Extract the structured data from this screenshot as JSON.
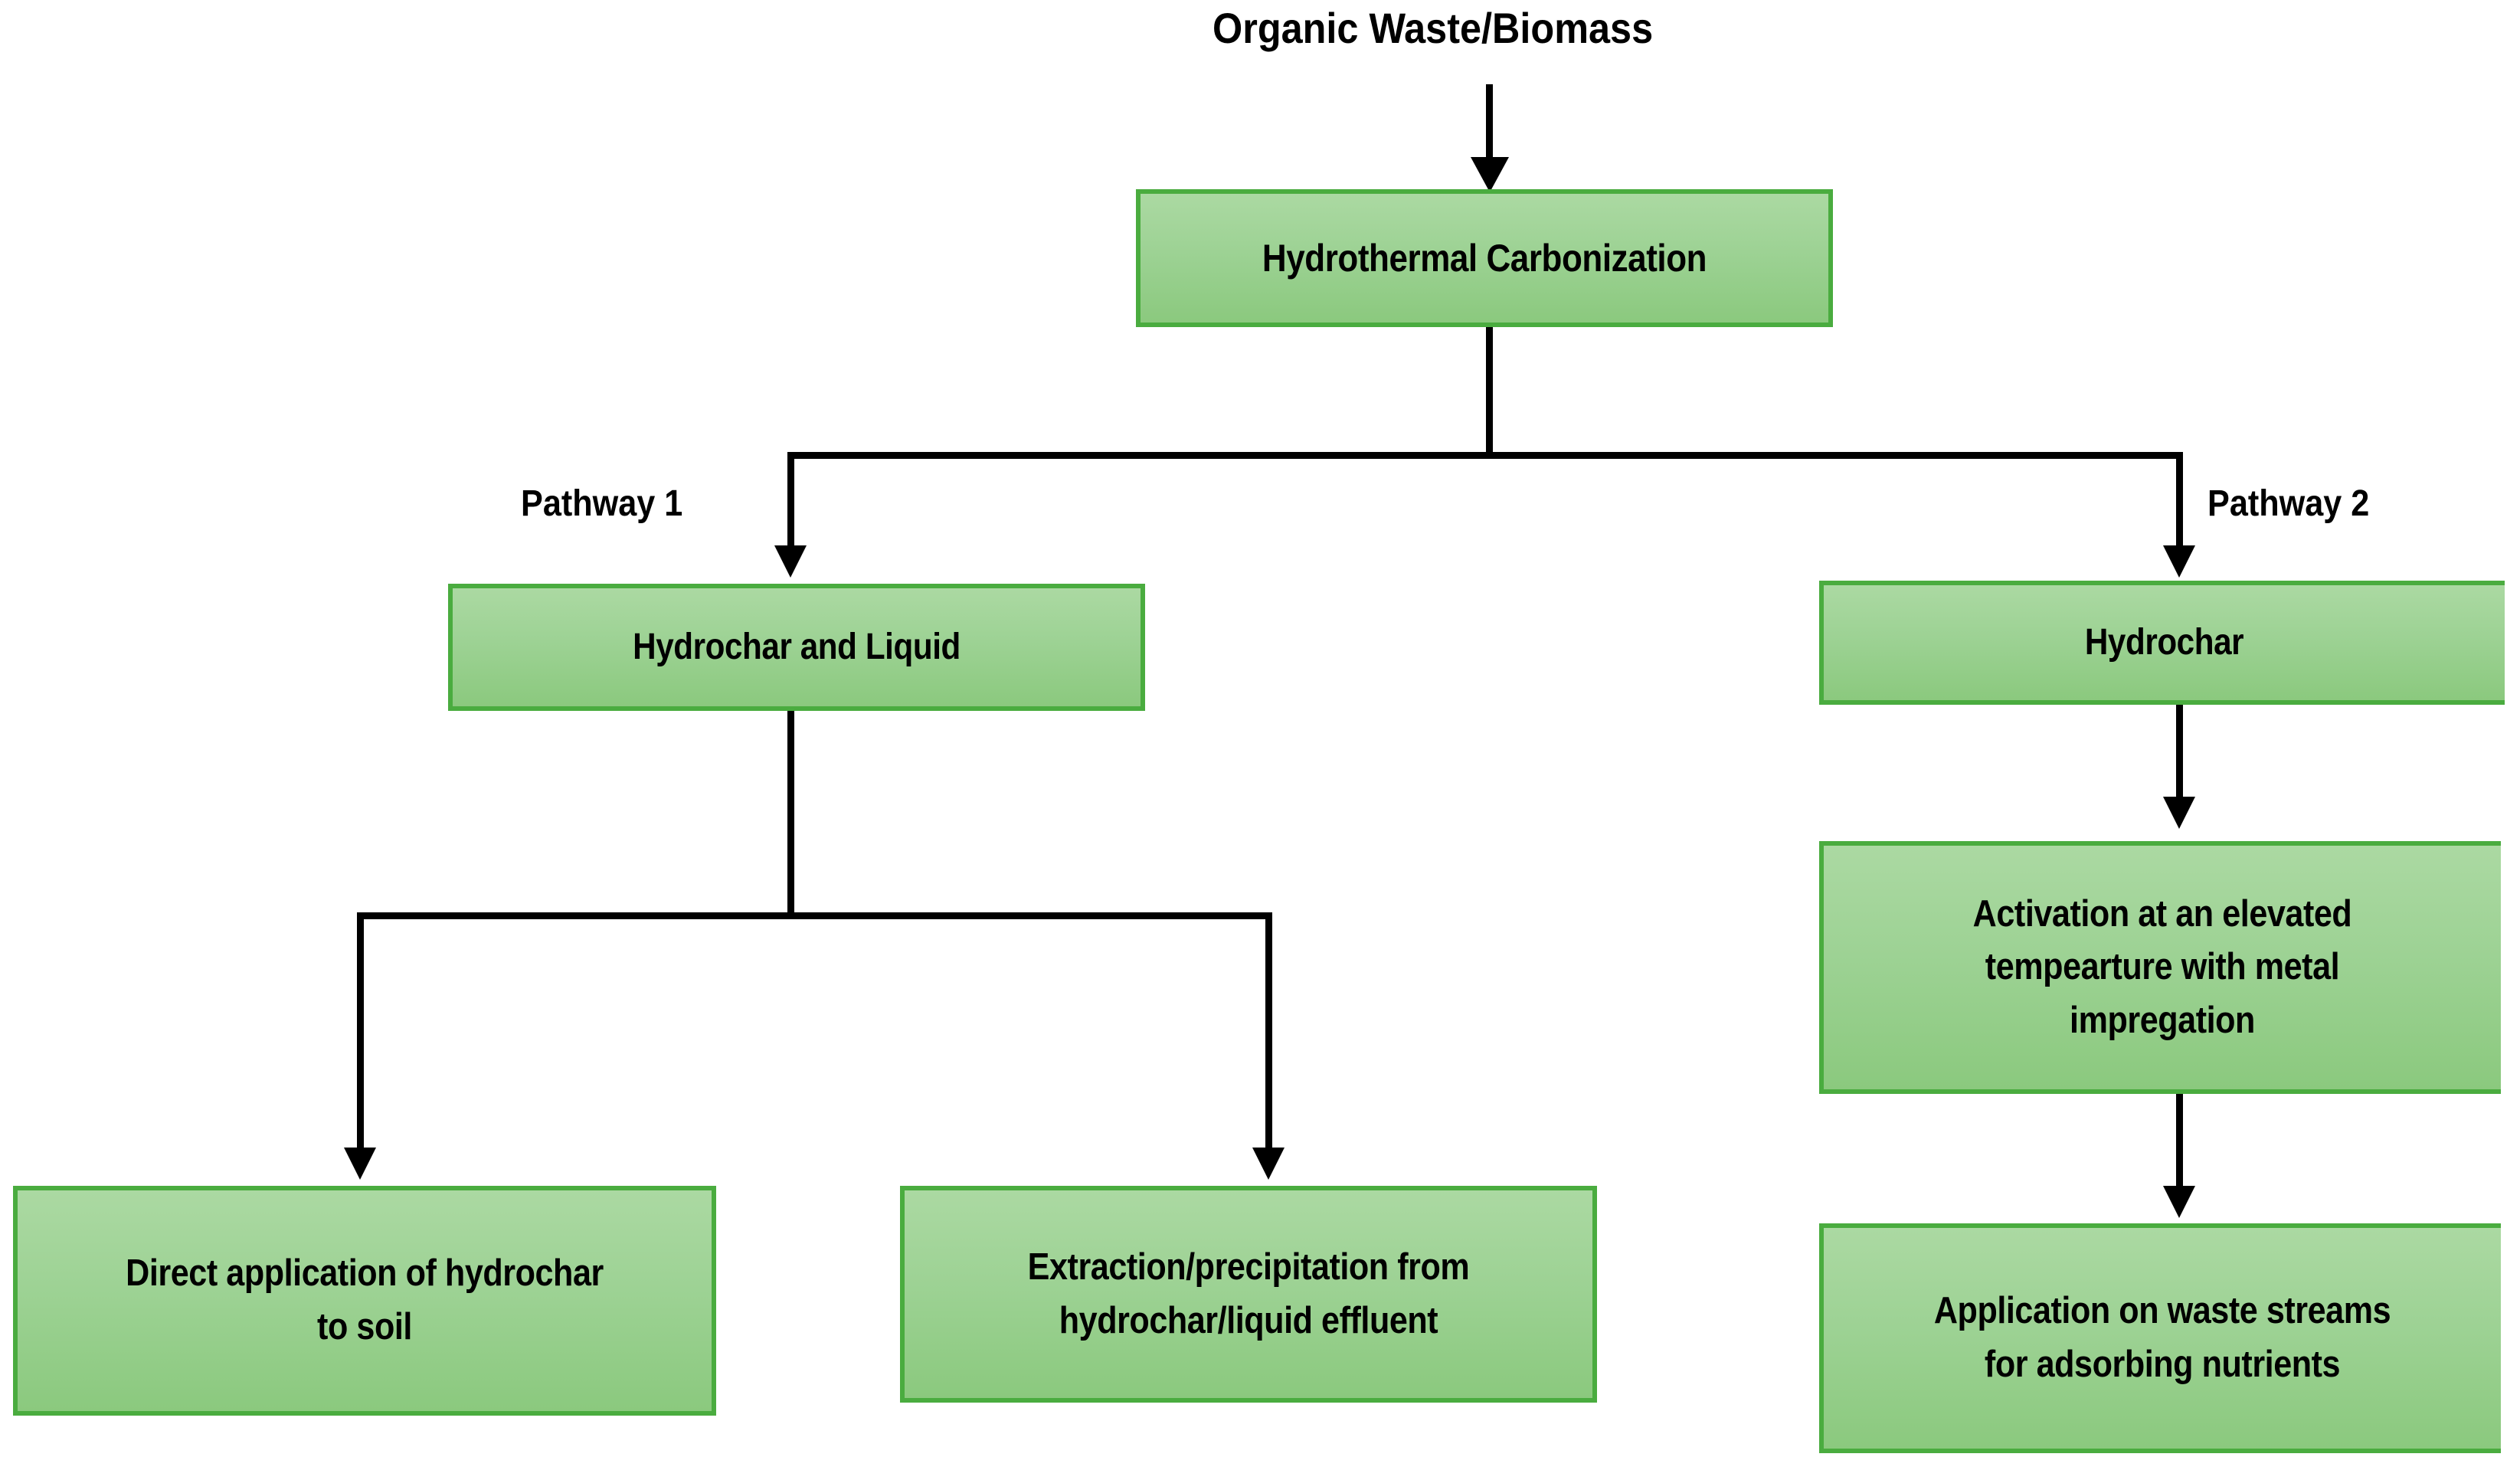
{
  "diagram": {
    "title_text": "Organic Waste/Biomass",
    "accent_color": "#4aac3f",
    "fill_top_color": "#abd9a2",
    "fill_bottom_color": "#8bc97e",
    "connector_color": "#000000",
    "background_color": "#ffffff"
  },
  "labels": {
    "pathway1": "Pathway 1",
    "pathway2": "Pathway 2"
  },
  "nodes": {
    "source": "Organic Waste/Biomass",
    "process": "Hydrothermal Carbonization",
    "p1_product": "Hydrochar and Liquid",
    "p2_product": "Hydrochar",
    "p1_option_a": "Direct application of hydrochar\nto soil",
    "p1_option_b": "Extraction/precipitation from\nhydrochar/liquid effluent",
    "p2_step": "Activation at an elevated\ntempearture with metal\nimpregation",
    "p2_application": "Application on waste streams\nfor adsorbing nutrients"
  }
}
